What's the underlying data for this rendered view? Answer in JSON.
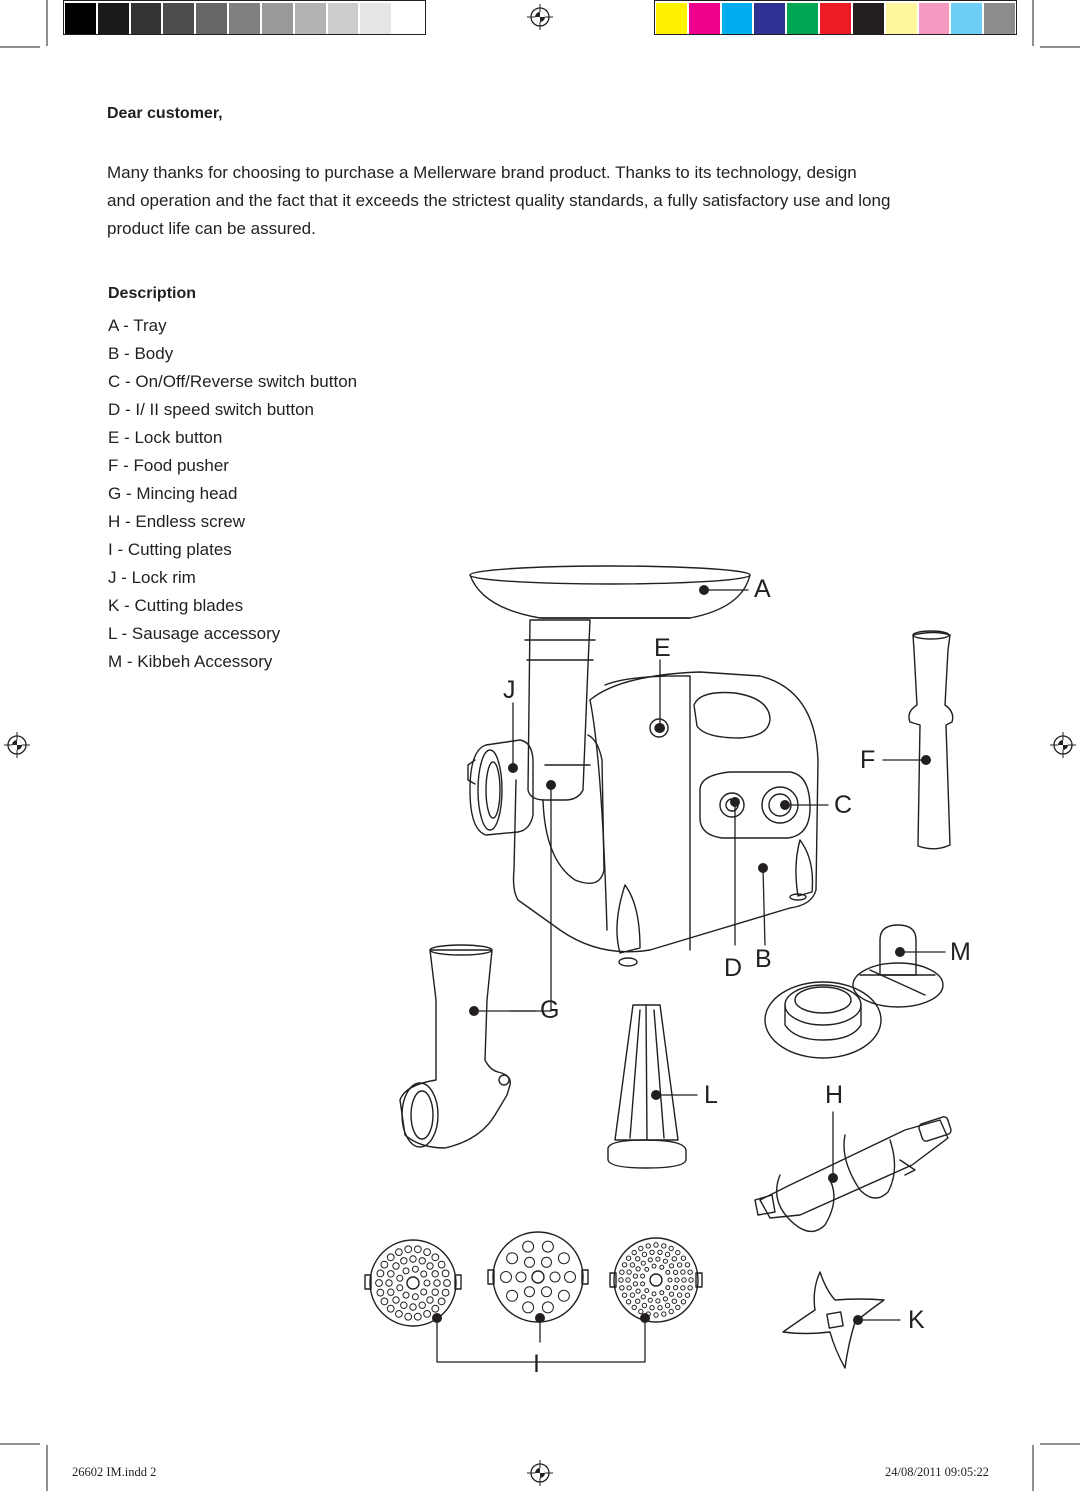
{
  "greeting": "Dear customer,",
  "intro_lines": [
    "Many thanks for choosing to purchase a Mellerware brand product. Thanks to its technology, design",
    "and operation and the fact that it exceeds the strictest quality standards, a fully satisfactory use and long",
    "product life can be assured."
  ],
  "description": {
    "heading": "Description",
    "parts": [
      "A - Tray",
      "B - Body",
      "C - On/Off/Reverse switch button",
      "D - I/ II speed switch button",
      "E - Lock button",
      "F - Food pusher",
      "G - Mincing head",
      "H - Endless screw",
      "I   - Cutting plates",
      "J  - Lock rim",
      "K - Cutting blades",
      "L  - Sausage accessory",
      "M - Kibbeh Accessory"
    ]
  },
  "diagram_labels": {
    "A": "A",
    "B": "B",
    "C": "C",
    "D": "D",
    "E": "E",
    "F": "F",
    "G": "G",
    "H": "H",
    "I": "I",
    "J": "J",
    "K": "K",
    "L": "L",
    "M": "M"
  },
  "color_bar": {
    "greys": [
      "#000000",
      "#1a1a1a",
      "#333333",
      "#4d4d4d",
      "#666666",
      "#808080",
      "#999999",
      "#b3b3b3",
      "#cccccc",
      "#e6e6e6",
      "#ffffff"
    ],
    "colors": [
      "#fff200",
      "#ec008c",
      "#00aeef",
      "#2e3192",
      "#00a651",
      "#ed1c24",
      "#231f20",
      "#fff799",
      "#f49ac1",
      "#6dcff6",
      "#8a8c8e"
    ]
  },
  "footer": {
    "file": "26602 IM.indd   2",
    "timestamp": "24/08/2011   09:05:22"
  }
}
